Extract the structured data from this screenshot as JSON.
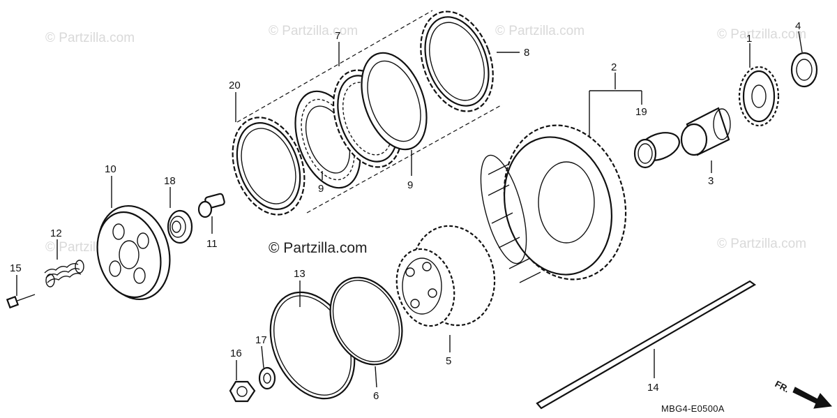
{
  "diagram": {
    "reference_code": "MBG4-E0500A",
    "direction_label": "FR.",
    "watermark_text": "© Partzilla.com",
    "callouts": {
      "c1": "1",
      "c2": "2",
      "c3": "3",
      "c4": "4",
      "c5": "5",
      "c6": "6",
      "c7": "7",
      "c8": "8",
      "c9a": "9",
      "c9b": "9",
      "c10": "10",
      "c11": "11",
      "c12": "12",
      "c13": "13",
      "c14": "14",
      "c15": "15",
      "c16": "16",
      "c17": "17",
      "c18": "18",
      "c19": "19",
      "c20": "20"
    }
  }
}
